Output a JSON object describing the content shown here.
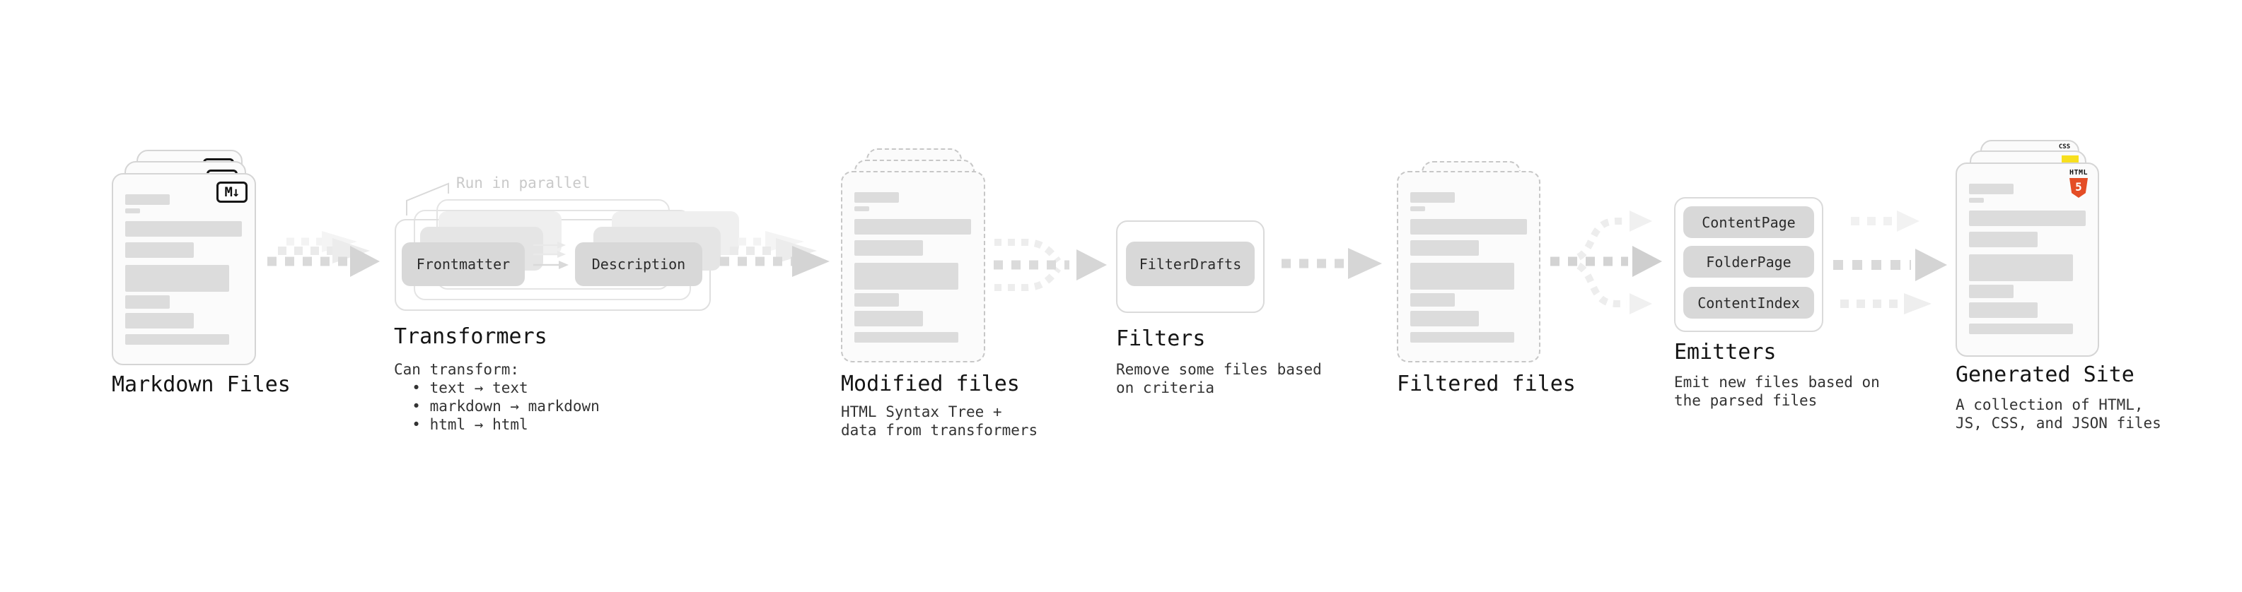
{
  "nodes": {
    "markdown_files": {
      "label": "Markdown Files",
      "badge": "M↓"
    },
    "transformers": {
      "label": "Transformers",
      "annotation": "Run in parallel",
      "pill_left": "Frontmatter",
      "pill_right": "Description",
      "description": "Can transform:\n  • text → text\n  • markdown → markdown\n  • html → html"
    },
    "modified_files": {
      "label": "Modified files",
      "description": "HTML Syntax Tree +\ndata from transformers"
    },
    "filters": {
      "label": "Filters",
      "pill": "FilterDrafts",
      "description": "Remove some files based\non criteria"
    },
    "filtered_files": {
      "label": "Filtered files"
    },
    "emitters": {
      "label": "Emitters",
      "pills": [
        "ContentPage",
        "FolderPage",
        "ContentIndex"
      ],
      "description": "Emit new files based on\nthe parsed files"
    },
    "generated_site": {
      "label": "Generated Site",
      "description": "A collection of HTML,\nJS, CSS, and JSON files",
      "css_badge": "CSS",
      "html_badge": "HTML",
      "html_badge_number": "5"
    }
  },
  "colors": {
    "arrow": "#d9d9d9",
    "arrow_light": "#ededed",
    "html5_orange": "#e44d26",
    "js_yellow": "#f7df1e",
    "css_blue": "#2965f1"
  }
}
